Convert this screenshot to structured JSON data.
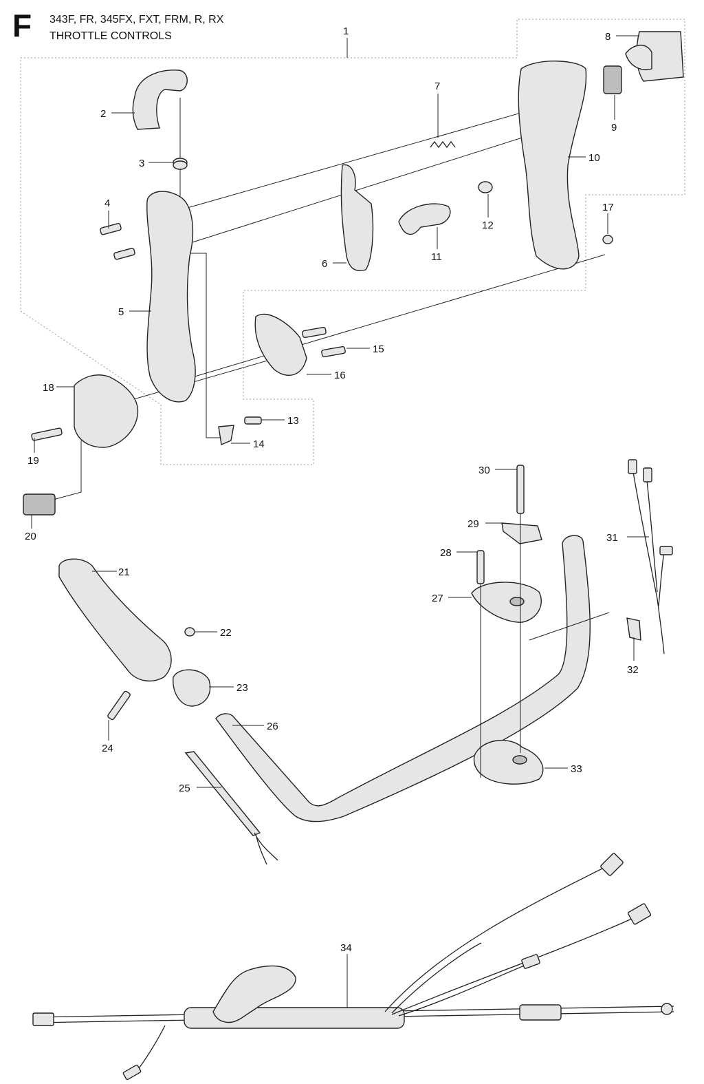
{
  "header": {
    "section_letter": "F",
    "models": "343F, FR, 345FX, FXT, FRM, R, RX",
    "title": "THROTTLE CONTROLS"
  },
  "callouts": [
    "1",
    "2",
    "3",
    "4",
    "5",
    "6",
    "7",
    "8",
    "9",
    "10",
    "11",
    "12",
    "13",
    "14",
    "15",
    "16",
    "17",
    "18",
    "19",
    "20",
    "21",
    "22",
    "23",
    "24",
    "25",
    "26",
    "27",
    "28",
    "29",
    "30",
    "31",
    "32",
    "33",
    "34"
  ],
  "colors": {
    "line": "#222222",
    "fill": "#e6e6e6",
    "group_border": "#999999"
  }
}
